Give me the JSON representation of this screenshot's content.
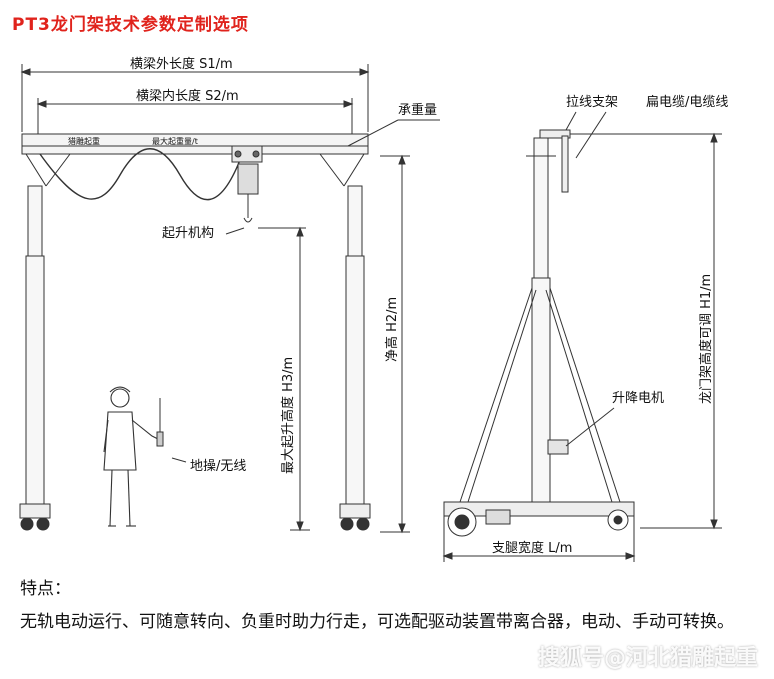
{
  "title": "PT3龙门架技术参数定制选项",
  "labels": {
    "beam_outer": "横梁外长度 S1/m",
    "beam_inner": "横梁内长度 S2/m",
    "beam_text_left": "猎雕起重",
    "beam_text_right": "最大起重量/t",
    "load": "承重量",
    "hoist": "起升机构",
    "max_lift": "最大起升高度 H3/m",
    "clear_height": "净高 H2/m",
    "remote": "地操/无线",
    "cable_bracket": "拉线支架",
    "flat_cable": "扁电缆/电缆线",
    "adjustable_height": "龙门架高度可调 H1/m",
    "lift_motor": "升降电机",
    "leg_width": "支腿宽度 L/m"
  },
  "features": {
    "heading": "特点：",
    "text": "无轨电动运行、可随意转向、负重时助力行走，可选配驱动装置带离合器，电动、手动可转换。"
  },
  "watermark": "搜狐号@河北猎雕起重",
  "colors": {
    "title": "#e0231c",
    "line": "#333333"
  }
}
